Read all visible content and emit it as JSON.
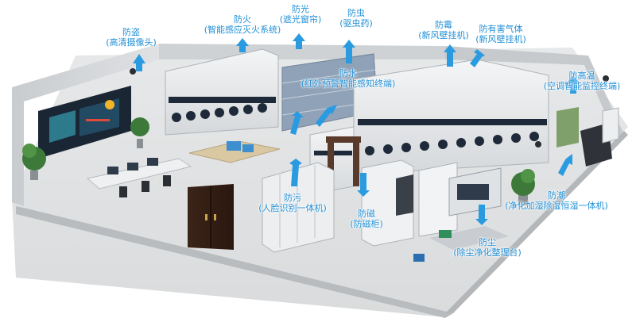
{
  "labels": [
    {
      "id": "fangdao",
      "title": "防盗",
      "sub": "(高清摄像头)"
    },
    {
      "id": "fanghuo",
      "title": "防火",
      "sub": "(智能感应灭火系统)"
    },
    {
      "id": "fangguang",
      "title": "防光",
      "sub": "(遮光窗帘)"
    },
    {
      "id": "fangchong",
      "title": "防虫",
      "sub": "(驱虫药)"
    },
    {
      "id": "fangmei",
      "title": "防霉",
      "sub": "(新风壁挂机)"
    },
    {
      "id": "fanghai",
      "title": "防有害气体",
      "sub": "(新风壁挂机)"
    },
    {
      "id": "fanggaowen",
      "title": "防高温",
      "sub": "(空调智能监控终端)"
    },
    {
      "id": "fangshui",
      "title": "防水",
      "sub": "(红外预警智能感知终端)"
    },
    {
      "id": "fangchao",
      "title": "防潮",
      "sub": "(净化加湿除湿恒湿一体机)"
    },
    {
      "id": "fangwu",
      "title": "防污",
      "sub": "(人脸识别一体机)"
    },
    {
      "id": "fangci",
      "title": "防磁",
      "sub": "(防磁柜)"
    },
    {
      "id": "fangchen",
      "title": "防尘",
      "sub": "(除尘净化整理台)"
    }
  ],
  "colors": {
    "label": "#1f8fd6",
    "arrow": "#2a9be0",
    "floor": "#e9eaeb",
    "wall": "#d8dadc"
  },
  "icons": [
    "arrow-icon"
  ]
}
